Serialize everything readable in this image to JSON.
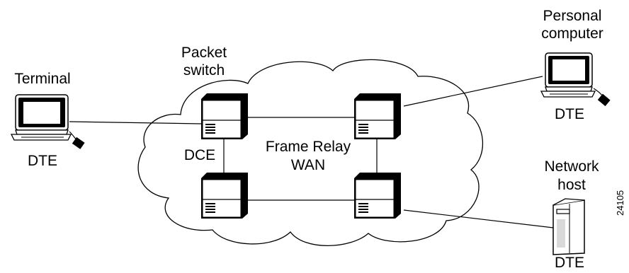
{
  "labels": {
    "terminal": "Terminal",
    "terminal_dte": "DTE",
    "packet_switch_line1": "Packet",
    "packet_switch_line2": "switch",
    "dce": "DCE",
    "cloud_line1": "Frame Relay",
    "cloud_line2": "WAN",
    "pc_line1": "Personal",
    "pc_line2": "computer",
    "pc_dte": "DTE",
    "host_line1": "Network",
    "host_line2": "host",
    "host_dte": "DTE",
    "figure_id": "24105"
  },
  "icons": {
    "terminal": "terminal-computer-icon",
    "pc": "personal-computer-icon",
    "host": "network-host-tower-icon",
    "switch": "packet-switch-icon"
  },
  "colors": {
    "line": "#000000",
    "background": "#ffffff"
  }
}
